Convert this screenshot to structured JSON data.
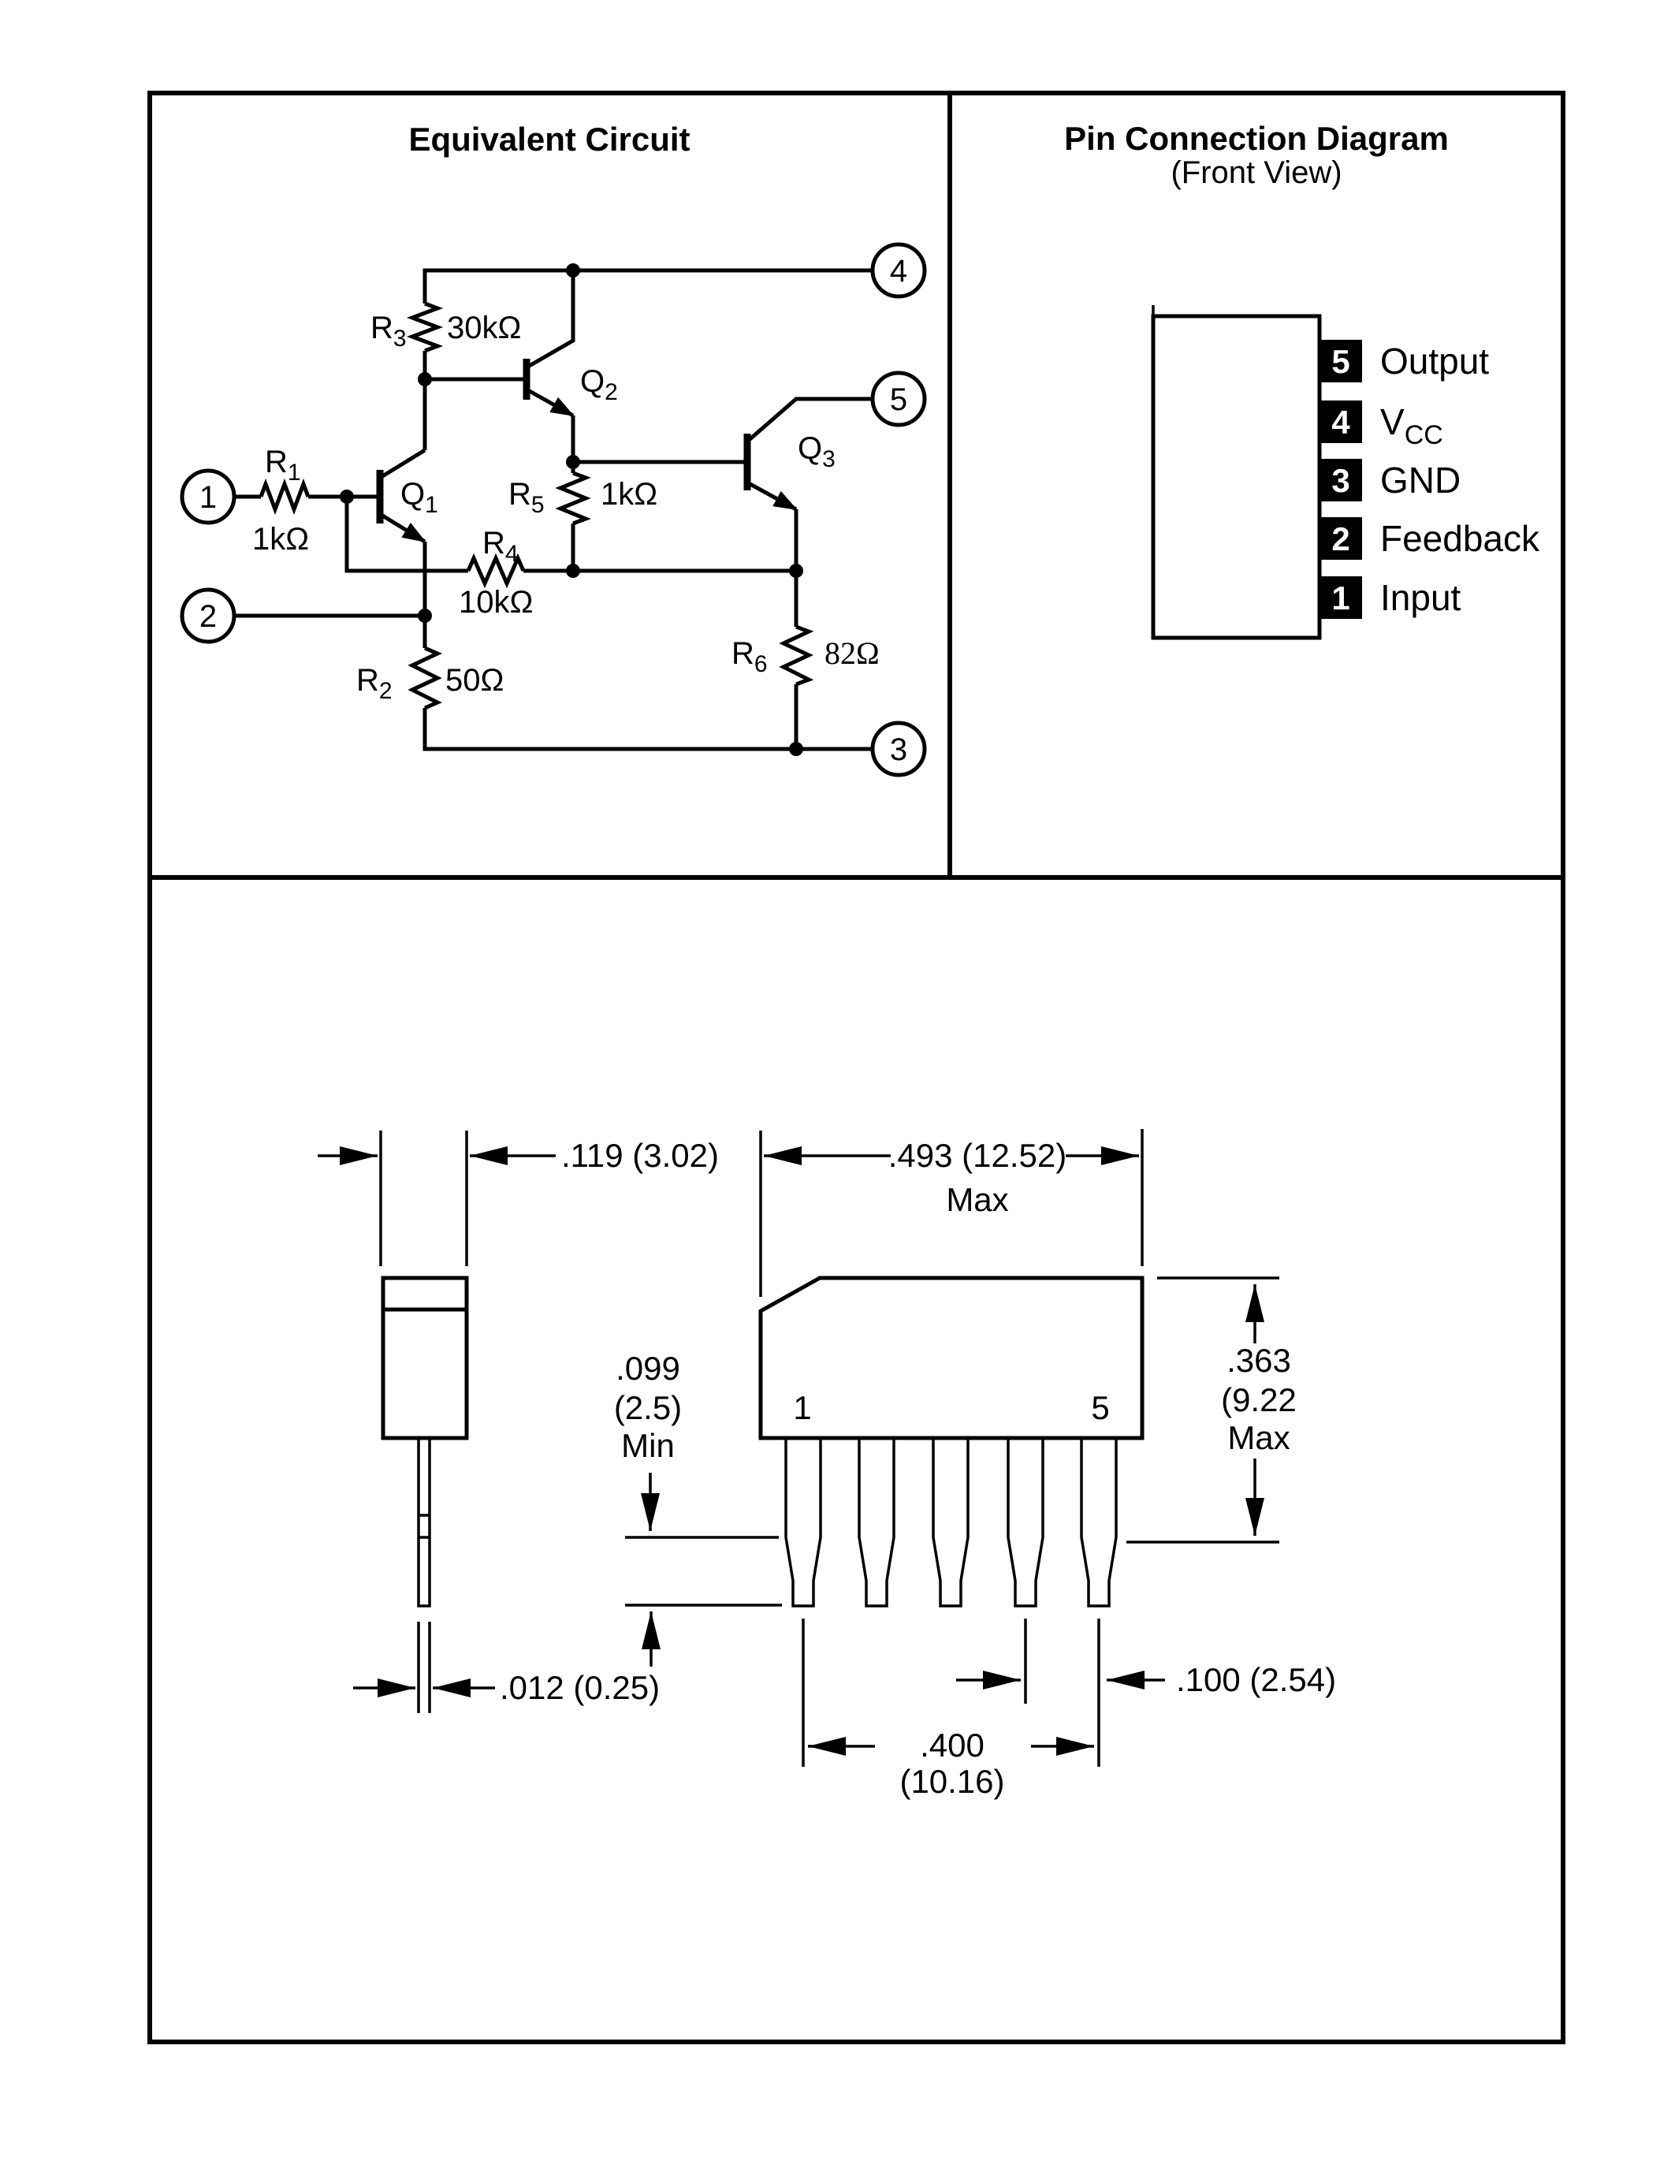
{
  "colors": {
    "ink": "#000000",
    "paper": "#ffffff"
  },
  "equivalent_circuit": {
    "title": "Equivalent Circuit",
    "resistors": {
      "r1": {
        "name": "R",
        "sub": "1",
        "value": "1kΩ"
      },
      "r2": {
        "name": "R",
        "sub": "2",
        "value": "50Ω"
      },
      "r3": {
        "name": "R",
        "sub": "3",
        "value": "30kΩ"
      },
      "r4": {
        "name": "R",
        "sub": "4",
        "value": "10kΩ"
      },
      "r5": {
        "name": "R",
        "sub": "5",
        "value": "1kΩ"
      },
      "r6": {
        "name": "R",
        "sub": "6",
        "value": "82Ω"
      }
    },
    "transistors": {
      "q1": {
        "name": "Q",
        "sub": "1"
      },
      "q2": {
        "name": "Q",
        "sub": "2"
      },
      "q3": {
        "name": "Q",
        "sub": "3"
      }
    },
    "terminals": {
      "t1": "1",
      "t2": "2",
      "t3": "3",
      "t4": "4",
      "t5": "5"
    }
  },
  "pin_connection": {
    "title": "Pin Connection Diagram",
    "subtitle": "(Front View)",
    "pins": [
      {
        "number": "5",
        "label": "Output"
      },
      {
        "number": "4",
        "label": "V",
        "label_sub": "CC"
      },
      {
        "number": "3",
        "label": "GND"
      },
      {
        "number": "2",
        "label": "Feedback"
      },
      {
        "number": "1",
        "label": "Input"
      }
    ]
  },
  "package_dimensions": {
    "lead_width": ".119 (3.02)",
    "body_width": ".493 (12.52)",
    "body_width_qualifier": "Max",
    "standoff_line1": ".099",
    "standoff_line2": "(2.5)",
    "standoff_line3": "Min",
    "body_height_line1": ".363",
    "body_height_line2": "(9.22",
    "body_height_line3": "Max",
    "lead_thickness": ".012 (0.25)",
    "lead_pitch": ".100 (2.54)",
    "lead_span_line1": ".400",
    "lead_span_line2": "(10.16)",
    "pin1_label": "1",
    "pin5_label": "5"
  }
}
